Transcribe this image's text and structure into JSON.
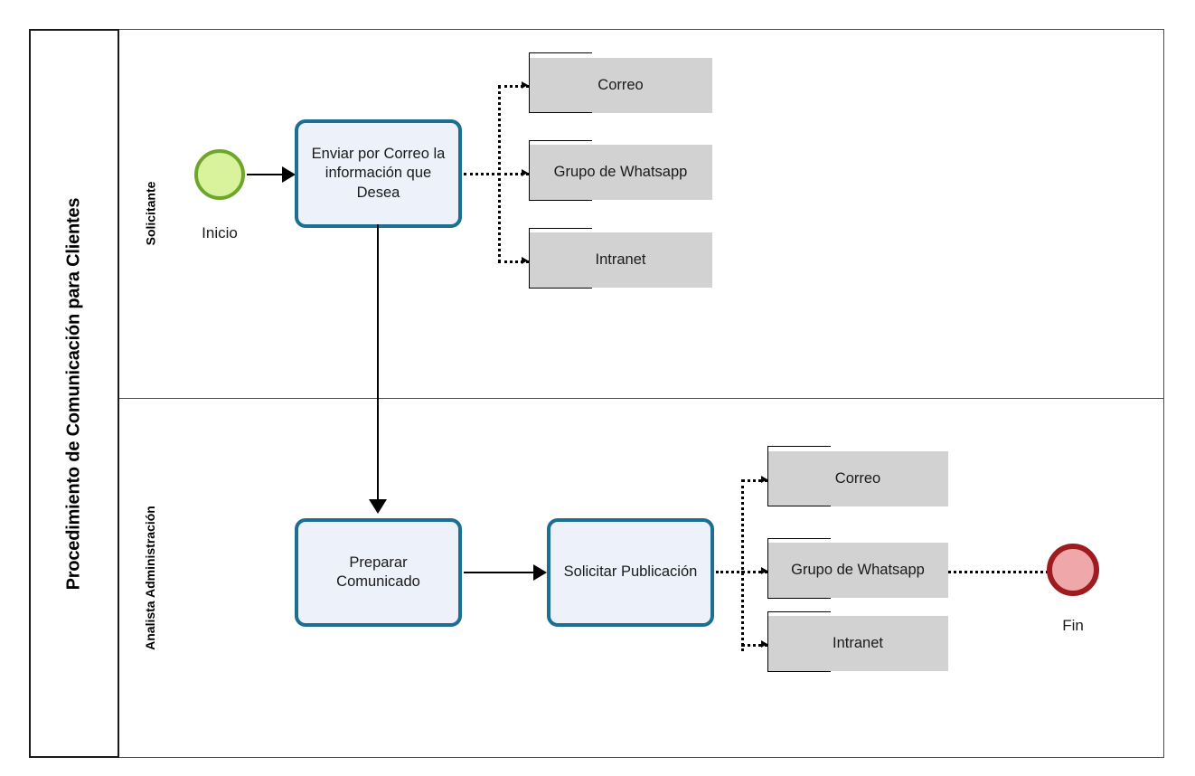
{
  "diagram": {
    "title": "Procedimiento de Comunicación para Clientes",
    "type": "bpmn-cross-functional-flowchart",
    "colors": {
      "task_border": "#1C6E92",
      "task_fill": "#EDF1FA",
      "start_border": "#6DA62B",
      "start_fill": "#D9F29C",
      "end_border": "#9E1B20",
      "end_fill": "#EFA7A9",
      "data_fill": "#D2D2D2",
      "frame": "#4a4a4a"
    }
  },
  "lanes": [
    {
      "id": "lane-solicitante",
      "label": "Solicitante"
    },
    {
      "id": "lane-analista",
      "label": "Analista Administración"
    }
  ],
  "lane1": {
    "start_event": {
      "label": "Inicio"
    },
    "task": {
      "label": "Enviar por Correo la información que Desea"
    },
    "data_boxes": [
      {
        "label": "Correo"
      },
      {
        "label": "Grupo de Whatsapp"
      },
      {
        "label": "Intranet"
      }
    ]
  },
  "lane2": {
    "task_prepare": {
      "label": "Preparar Comunicado"
    },
    "task_request": {
      "label": "Solicitar Publicación"
    },
    "data_boxes": [
      {
        "label": "Correo"
      },
      {
        "label": "Grupo de Whatsapp"
      },
      {
        "label": "Intranet"
      }
    ],
    "end_event": {
      "label": "Fin"
    }
  }
}
